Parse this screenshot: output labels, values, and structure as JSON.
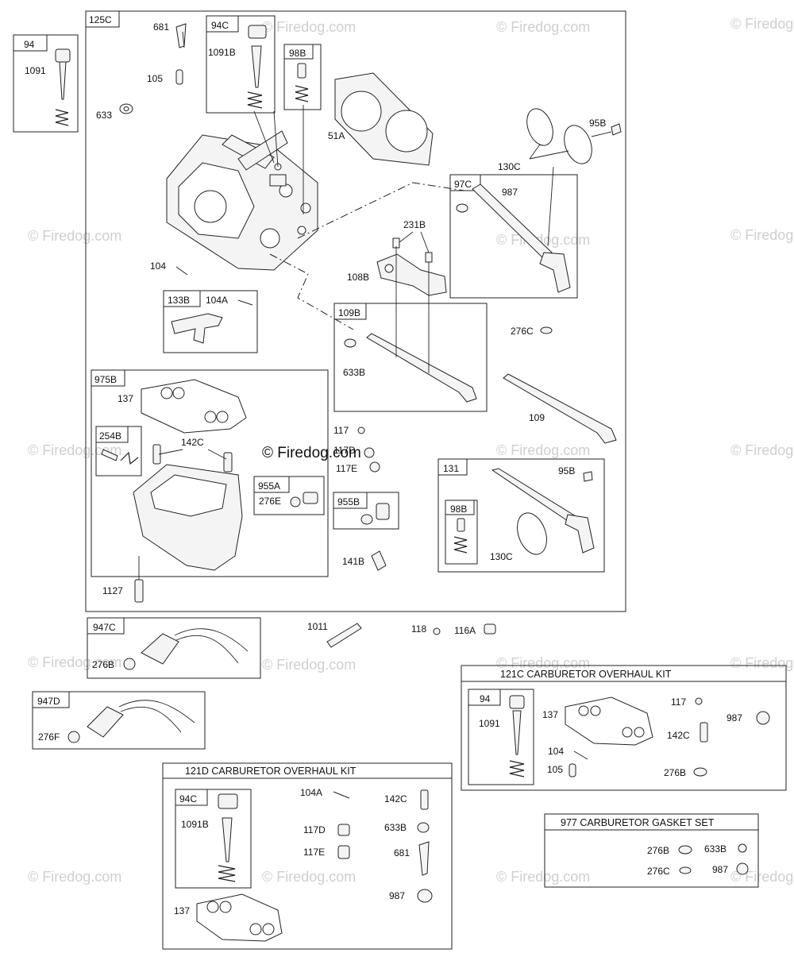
{
  "watermark": "© Firedog.com",
  "main_box": "125C",
  "boxes": {
    "b94": {
      "code": "94",
      "part": "1091"
    },
    "b94c": {
      "code": "94C",
      "part": "1091B"
    },
    "b98b": {
      "code": "98B"
    },
    "b97c": {
      "code": "97C",
      "part": "987"
    },
    "b133b": {
      "code": "133B",
      "part": "104A"
    },
    "b109b": {
      "code": "109B",
      "part": "633B"
    },
    "b975b": {
      "code": "975B",
      "part": "137"
    },
    "b254b": {
      "code": "254B"
    },
    "b955a": {
      "code": "955A",
      "part": "276E"
    },
    "b955b": {
      "code": "955B"
    },
    "b131": {
      "code": "131",
      "part1": "95B",
      "part2": "130C"
    },
    "b98b2": {
      "code": "98B"
    },
    "b947c": {
      "code": "947C",
      "part": "276B"
    },
    "b947d": {
      "code": "947D",
      "part": "276F"
    }
  },
  "labels": {
    "p681": "681",
    "p105": "105",
    "p633": "633",
    "p51a": "51A",
    "p95b": "95B",
    "p130c": "130C",
    "p231b": "231B",
    "p108b": "108B",
    "p104": "104",
    "p276c": "276C",
    "p109": "109",
    "p142c": "142C",
    "p117": "117",
    "p117d": "117D",
    "p117e": "117E",
    "p141b": "141B",
    "p1127": "1127",
    "p1011": "1011",
    "p118": "118",
    "p116a": "116A"
  },
  "kit_121c": {
    "title": "121C CARBURETOR OVERHAUL KIT",
    "box_code": "94",
    "box_part": "1091",
    "items": {
      "gasket": "137",
      "p117": "117",
      "p987": "987",
      "p142c": "142C",
      "p104": "104",
      "p105": "105",
      "p276b": "276B"
    }
  },
  "kit_121d": {
    "title": "121D CARBURETOR OVERHAUL KIT",
    "box_code": "94C",
    "box_part": "1091B",
    "items": {
      "p104a": "104A",
      "p142c": "142C",
      "p117d": "117D",
      "p633b": "633B",
      "p117e": "117E",
      "p681": "681",
      "p987": "987",
      "gasket": "137"
    }
  },
  "kit_977": {
    "title": "977 CARBURETOR GASKET SET",
    "items": {
      "p276b": "276B",
      "p633b": "633B",
      "p276c": "276C",
      "p987": "987"
    }
  }
}
